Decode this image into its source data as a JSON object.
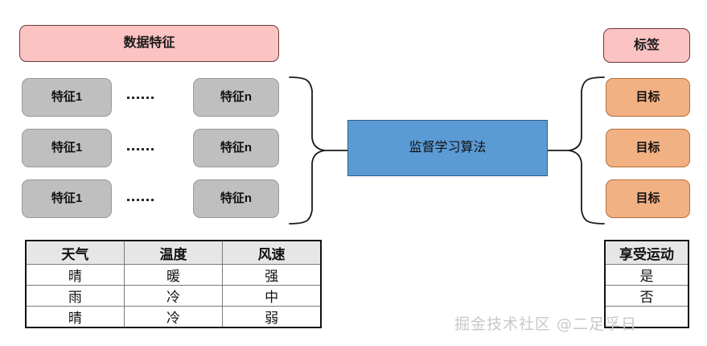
{
  "diagram": {
    "title_left": "数据特征",
    "title_right": "标签",
    "algorithm": "监督学习算法",
    "ellipsis": "……",
    "feature_rows": [
      {
        "first": "特征1",
        "last": "特征n"
      },
      {
        "first": "特征1",
        "last": "特征n"
      },
      {
        "first": "特征1",
        "last": "特征n"
      }
    ],
    "targets": [
      "目标",
      "目标",
      "目标"
    ],
    "colors": {
      "header_pink": "#fcc3c3",
      "feature_gray": "#bfbfbf",
      "target_orange": "#f2b183",
      "algorithm_blue": "#5b9bd5",
      "table_header_gray": "#e6e6e6",
      "border_dark": "#121212"
    }
  },
  "features_table": {
    "headers": [
      "天气",
      "温度",
      "风速"
    ],
    "rows": [
      [
        "晴",
        "暖",
        "强"
      ],
      [
        "雨",
        "冷",
        "中"
      ],
      [
        "晴",
        "冷",
        "弱"
      ]
    ]
  },
  "label_table": {
    "header": "享受运动",
    "rows": [
      "是",
      "否",
      ""
    ]
  },
  "watermark": {
    "text": "掘金技术社区 @二足孚日"
  }
}
